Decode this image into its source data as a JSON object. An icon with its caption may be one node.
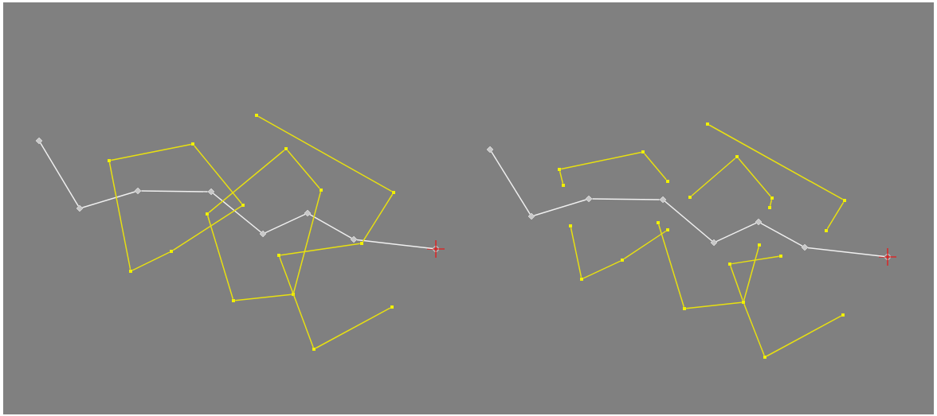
{
  "diagram": {
    "nodes": [
      {
        "text": [],
        "shape": "diamond"
      },
      {
        "text": [],
        "shape": "diamond"
      },
      {
        "text": [],
        "shape": "diamond"
      },
      {
        "text": [],
        "shape": "diamond"
      },
      {
        "text": [],
        "shape": "diamond"
      },
      {
        "text": [],
        "shape": "diamond"
      },
      {
        "text": [],
        "shape": "diamond"
      },
      {
        "text": [],
        "shape": "cross"
      },
      {
        "text": [],
        "shape": "box"
      },
      {
        "text": [],
        "shape": "box"
      },
      {
        "text": [],
        "shape": "box"
      },
      {
        "text": [],
        "shape": "box"
      },
      {
        "text": [],
        "shape": "box"
      },
      {
        "text": [],
        "shape": "box"
      },
      {
        "text": [],
        "shape": "box"
      },
      {
        "text": [],
        "shape": "box"
      },
      {
        "text": [],
        "shape": "box"
      },
      {
        "text": [],
        "shape": "box"
      },
      {
        "text": [],
        "shape": "box"
      },
      {
        "text": [],
        "shape": "box"
      },
      {
        "text": [],
        "shape": "box"
      },
      {
        "text": [],
        "shape": "box"
      },
      {
        "text": [],
        "shape": "box"
      },
      {
        "text": [],
        "shape": "box"
      },
      {
        "text": [],
        "shape": "diamond"
      },
      {
        "text": [],
        "shape": "diamond"
      },
      {
        "text": [],
        "shape": "diamond"
      },
      {
        "text": [],
        "shape": "diamond"
      },
      {
        "text": [],
        "shape": "diamond"
      },
      {
        "text": [],
        "shape": "diamond"
      },
      {
        "text": [],
        "shape": "diamond"
      },
      {
        "text": [],
        "shape": "cross"
      },
      {
        "text": [],
        "shape": "box"
      },
      {
        "text": [],
        "shape": "box"
      },
      {
        "text": [],
        "shape": "box"
      },
      {
        "text": [],
        "shape": "box"
      },
      {
        "text": [],
        "shape": "box"
      },
      {
        "text": [],
        "shape": "box"
      },
      {
        "text": [],
        "shape": "box"
      },
      {
        "text": [],
        "shape": "box"
      },
      {
        "text": [],
        "shape": "box"
      },
      {
        "text": [],
        "shape": "box"
      },
      {
        "text": [],
        "shape": "box"
      },
      {
        "text": [],
        "shape": "box"
      },
      {
        "text": [],
        "shape": "box"
      },
      {
        "text": [],
        "shape": "box"
      },
      {
        "text": [],
        "shape": "box"
      },
      {
        "text": [],
        "shape": "box"
      },
      {
        "text": [],
        "shape": "box"
      },
      {
        "text": [],
        "shape": "box"
      },
      {
        "text": [],
        "shape": "box"
      },
      {
        "text": [],
        "shape": "box"
      },
      {
        "text": [],
        "shape": "box"
      },
      {
        "text": [],
        "shape": "box"
      },
      {
        "text": [],
        "shape": "box"
      }
    ],
    "edges": [
      {
        "from": 0,
        "to": 1,
        "arrow": "none",
        "color": "#f0f0f0"
      },
      {
        "from": 1,
        "to": 2,
        "arrow": "none",
        "color": "#f0f0f0"
      },
      {
        "from": 2,
        "to": 3,
        "arrow": "none",
        "color": "#f0f0f0"
      },
      {
        "from": 3,
        "to": 4,
        "arrow": "none",
        "color": "#f0f0f0"
      },
      {
        "from": 4,
        "to": 5,
        "arrow": "none",
        "color": "#f0f0f0"
      },
      {
        "from": 5,
        "to": 6,
        "arrow": "none",
        "color": "#f0f0f0"
      },
      {
        "from": 6,
        "to": 7,
        "arrow": "none",
        "color": "#f0f0f0"
      },
      {
        "from": 8,
        "to": 9,
        "arrow": "none"
      },
      {
        "from": 9,
        "to": 10,
        "arrow": "none"
      },
      {
        "from": 10,
        "to": 11,
        "arrow": "none"
      },
      {
        "from": 11,
        "to": 12,
        "arrow": "none"
      },
      {
        "from": 12,
        "to": 13,
        "arrow": "none"
      },
      {
        "from": 14,
        "to": 15,
        "arrow": "none"
      },
      {
        "from": 15,
        "to": 16,
        "arrow": "none"
      },
      {
        "from": 16,
        "to": 17,
        "arrow": "none"
      },
      {
        "from": 17,
        "to": 18,
        "arrow": "none"
      },
      {
        "from": 18,
        "to": 14,
        "arrow": "none"
      },
      {
        "from": 19,
        "to": 20,
        "arrow": "none"
      },
      {
        "from": 20,
        "to": 21,
        "arrow": "none"
      },
      {
        "from": 21,
        "to": 22,
        "arrow": "none"
      },
      {
        "from": 22,
        "to": 23,
        "arrow": "none"
      },
      {
        "from": 23,
        "to": 19,
        "arrow": "none"
      },
      {
        "from": 24,
        "to": 25,
        "arrow": "none",
        "color": "#f0f0f0"
      },
      {
        "from": 25,
        "to": 26,
        "arrow": "none",
        "color": "#f0f0f0"
      },
      {
        "from": 26,
        "to": 27,
        "arrow": "none",
        "color": "#f0f0f0"
      },
      {
        "from": 27,
        "to": 28,
        "arrow": "none",
        "color": "#f0f0f0"
      },
      {
        "from": 28,
        "to": 29,
        "arrow": "none",
        "color": "#f0f0f0"
      },
      {
        "from": 29,
        "to": 30,
        "arrow": "none",
        "color": "#f0f0f0"
      },
      {
        "from": 30,
        "to": 31,
        "arrow": "none",
        "color": "#f0f0f0"
      },
      {
        "from": 32,
        "to": 33,
        "arrow": "none"
      },
      {
        "from": 33,
        "to": 34,
        "arrow": "none"
      },
      {
        "from": 34,
        "to": 35,
        "arrow": "none"
      },
      {
        "from": 36,
        "to": 37,
        "arrow": "none"
      },
      {
        "from": 37,
        "to": 38,
        "arrow": "none"
      },
      {
        "from": 38,
        "to": 39,
        "arrow": "none"
      },
      {
        "from": 40,
        "to": 41,
        "arrow": "none"
      },
      {
        "from": 41,
        "to": 42,
        "arrow": "none"
      },
      {
        "from": 43,
        "to": 44,
        "arrow": "none"
      },
      {
        "from": 44,
        "to": 45,
        "arrow": "none"
      },
      {
        "from": 45,
        "to": 46,
        "arrow": "none"
      },
      {
        "from": 47,
        "to": 48,
        "arrow": "none"
      },
      {
        "from": 48,
        "to": 49,
        "arrow": "none"
      },
      {
        "from": 49,
        "to": 50,
        "arrow": "none"
      },
      {
        "from": 51,
        "to": 52,
        "arrow": "none"
      },
      {
        "from": 52,
        "to": 49,
        "arrow": "none"
      },
      {
        "from": 49,
        "to": 53,
        "arrow": "none"
      },
      {
        "from": 53,
        "to": 54,
        "arrow": "none"
      }
    ]
  }
}
